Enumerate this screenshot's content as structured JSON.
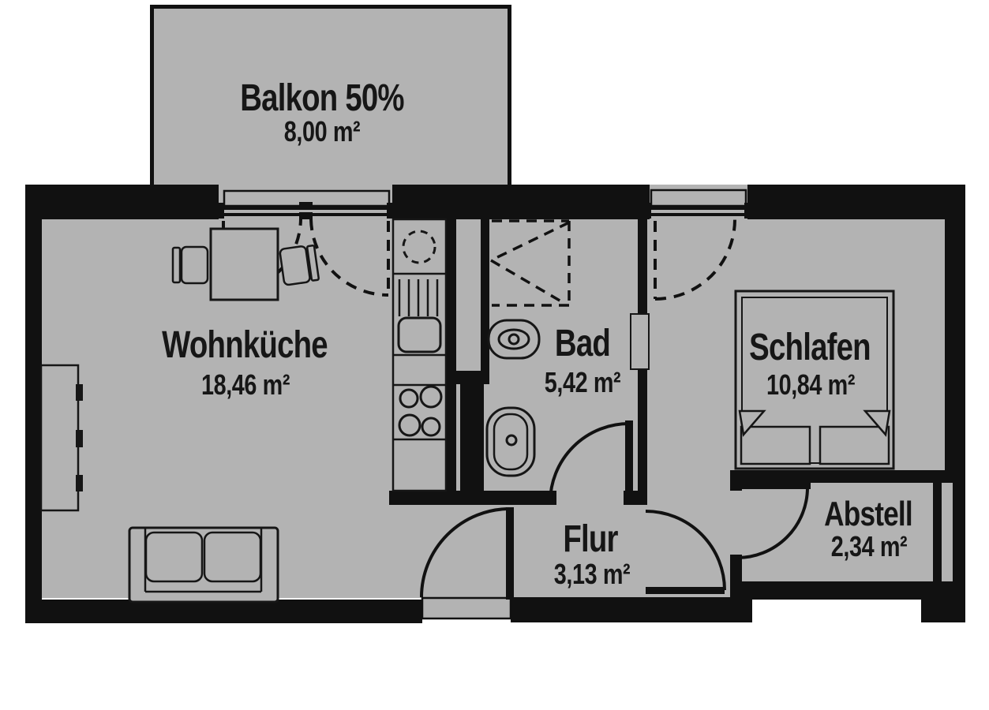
{
  "colors": {
    "floor": "#b3b3b3",
    "wall": "#111111",
    "ink": "#161616",
    "background": "#ffffff"
  },
  "rooms": [
    {
      "name": "Balkon 50%",
      "area": "8,00 m²"
    },
    {
      "name": "Wohnküche",
      "area": "18,46 m²"
    },
    {
      "name": "Bad",
      "area": "5,42 m²"
    },
    {
      "name": "Schlafen",
      "area": "10,84 m²"
    },
    {
      "name": "Flur",
      "area": "3,13 m²"
    },
    {
      "name": "Abstell",
      "area": "2,34 m²"
    }
  ]
}
